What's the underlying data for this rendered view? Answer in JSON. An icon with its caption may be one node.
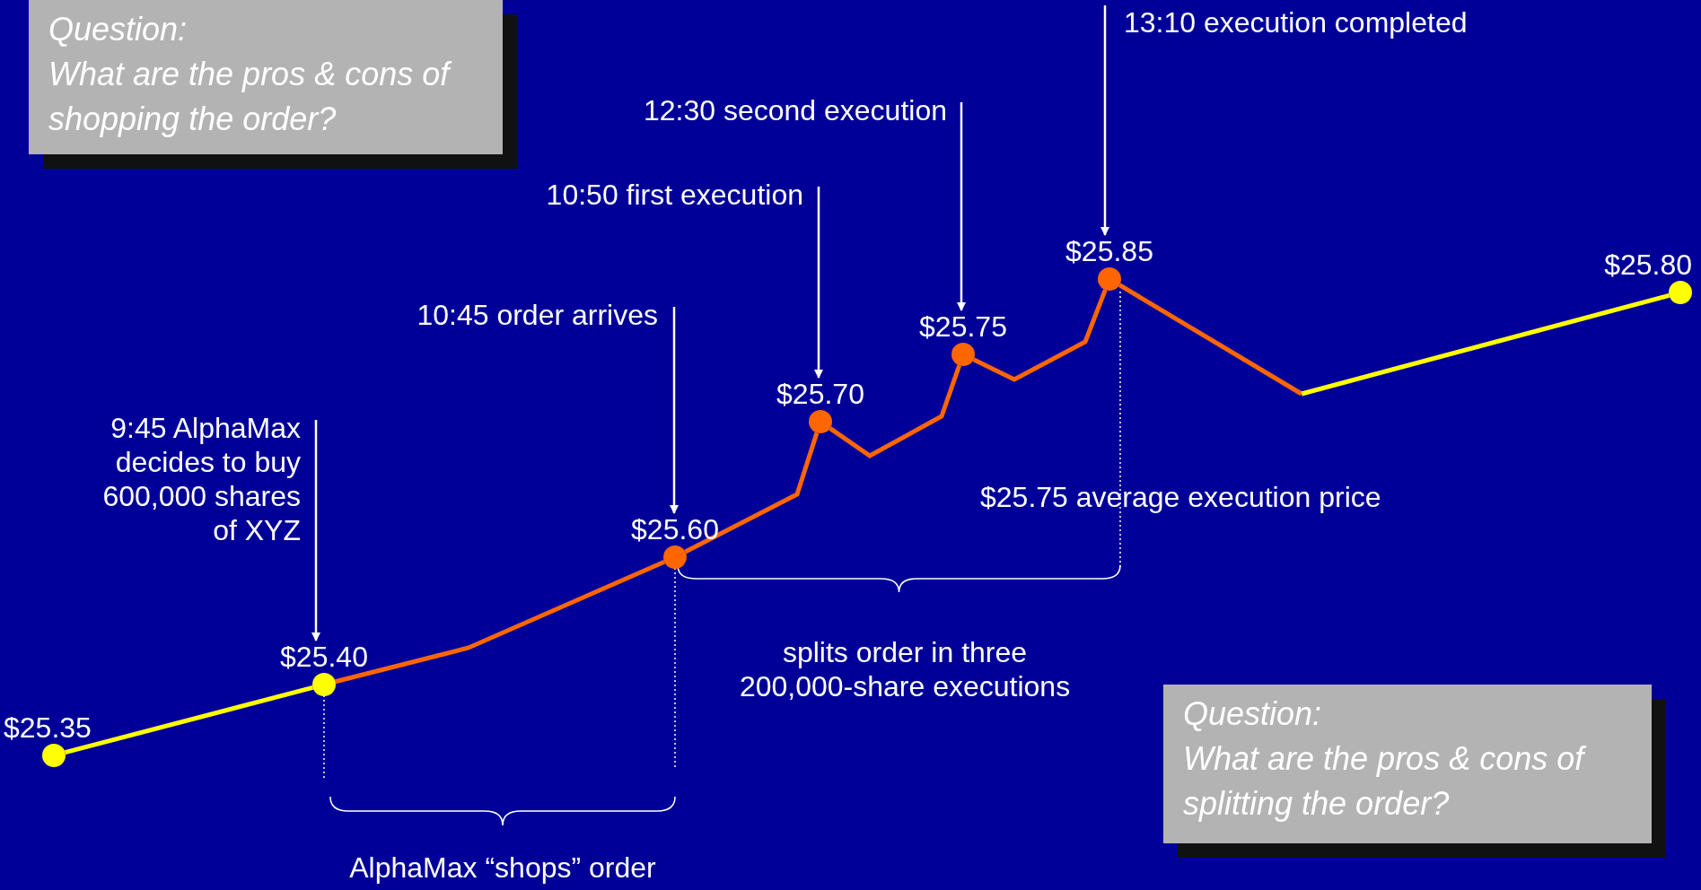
{
  "diagram": {
    "nodes": [
      {
        "text": [
          "Question:",
          "What are the pros & cons of shopping the order?"
        ]
      },
      {
        "text": [
          "Question:",
          "What are the pros & cons of splitting the order?"
        ]
      },
      {
        "text": [
          "9:45 AlphaMax decides to buy 600,000 shares of XYZ"
        ]
      },
      {
        "text": [
          "10:45 order arrives"
        ]
      },
      {
        "text": [
          "10:50 first execution"
        ]
      },
      {
        "text": [
          "12:30 second execution"
        ]
      },
      {
        "text": [
          "13:10 execution completed"
        ]
      },
      {
        "text": [],
        "shape": "circle",
        "beside": [
          "$25.35"
        ]
      },
      {
        "text": [],
        "shape": "circle",
        "beside": [
          "$25.40"
        ]
      },
      {
        "text": [],
        "shape": "circle",
        "beside": [
          "$25.60"
        ]
      },
      {
        "text": [],
        "shape": "circle",
        "beside": [
          "$25.70"
        ]
      },
      {
        "text": [],
        "shape": "circle",
        "beside": [
          "$25.75"
        ]
      },
      {
        "text": [],
        "shape": "circle",
        "beside": [
          "$25.85"
        ]
      },
      {
        "text": [],
        "shape": "circle",
        "beside": [
          "$25.80"
        ]
      }
    ],
    "edges": [
      {
        "from": 2,
        "to": 8,
        "arrow": "to"
      },
      {
        "from": 3,
        "to": 9,
        "arrow": "to"
      },
      {
        "from": 4,
        "to": 10,
        "arrow": "to"
      },
      {
        "from": 5,
        "to": 11,
        "arrow": "to"
      },
      {
        "from": 6,
        "to": 12,
        "arrow": "to"
      },
      {
        "from": 7,
        "to": 8,
        "arrow": "none",
        "color": "#ffff00"
      },
      {
        "from": 8,
        "to": 9,
        "arrow": "none",
        "color": "#ff6600"
      },
      {
        "from": 9,
        "to": 10,
        "arrow": "none",
        "color": "#ff6600"
      },
      {
        "from": 10,
        "to": 11,
        "arrow": "none",
        "color": "#ff6600"
      },
      {
        "from": 11,
        "to": 12,
        "arrow": "none",
        "color": "#ff6600"
      },
      {
        "from": 12,
        "to": 13,
        "arrow": "none",
        "color": "#ffff00"
      }
    ],
    "labels": [
      "$25.75 average execution price",
      "splits order in three 200,000-share executions",
      "AlphaMax “shops” order"
    ]
  }
}
